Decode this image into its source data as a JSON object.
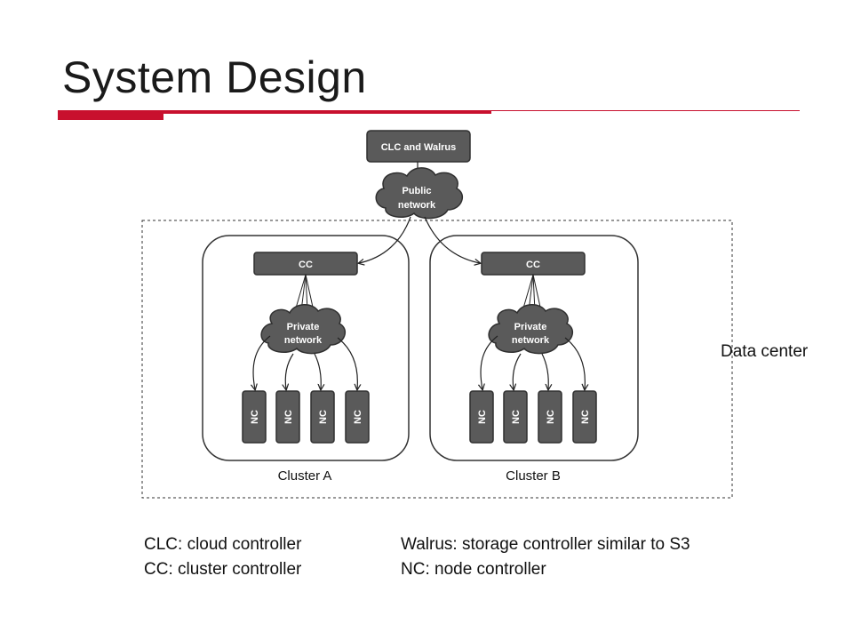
{
  "slide": {
    "title": "System Design",
    "data_center_label": "Data center"
  },
  "diagram": {
    "clc_label": "CLC and Walrus",
    "public_network_label": [
      "Public",
      "network"
    ],
    "clusters": [
      {
        "name": "Cluster A",
        "cc_label": "CC",
        "private_network_label": [
          "Private",
          "network"
        ],
        "nodes": [
          "NC",
          "NC",
          "NC",
          "NC"
        ]
      },
      {
        "name": "Cluster B",
        "cc_label": "CC",
        "private_network_label": [
          "Private",
          "network"
        ],
        "nodes": [
          "NC",
          "NC",
          "NC",
          "NC"
        ]
      }
    ]
  },
  "legend": {
    "clc": "CLC: cloud controller",
    "cc": "CC: cluster controller",
    "walrus": "Walrus: storage controller similar to S3",
    "nc": "NC: node controller"
  },
  "colors": {
    "accent": "#c8102e",
    "box_fill": "#5a5a5a",
    "box_stroke": "#2f2f2f"
  }
}
